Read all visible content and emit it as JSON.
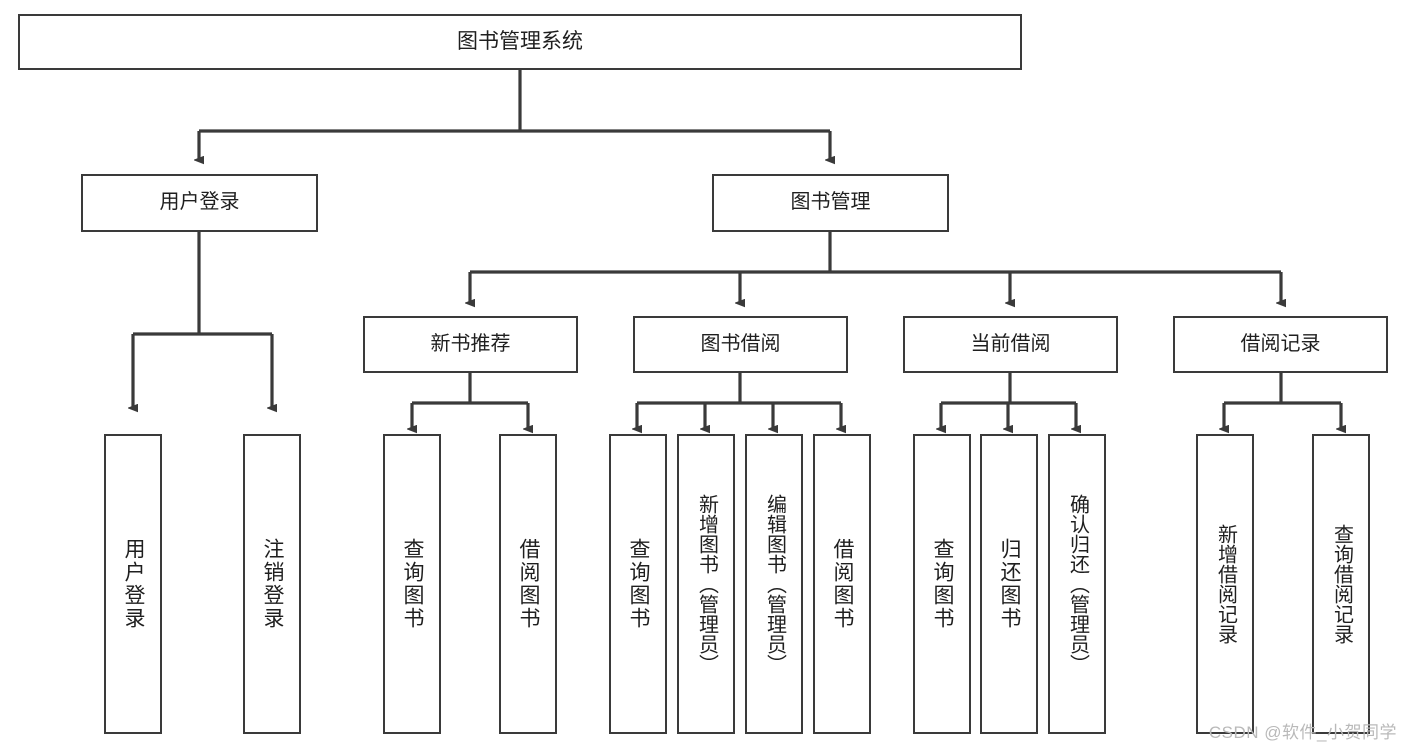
{
  "diagram": {
    "title": "图书管理系统",
    "type": "hierarchy-tree",
    "orientation": "top-down",
    "colors": {
      "background": "#ffffff",
      "node_fill": "#ffffff",
      "node_border": "#3a3a3a",
      "edge": "#3a3a3a",
      "text": "#1f1f1f",
      "watermark": "#b9b9b9"
    },
    "watermark": "CSDN @软件_小贺同学",
    "nodes": {
      "root": {
        "label": "图书管理系统"
      },
      "level1": [
        {
          "label": "用户登录"
        },
        {
          "label": "图书管理"
        }
      ],
      "level2": [
        {
          "label": "新书推荐"
        },
        {
          "label": "图书借阅"
        },
        {
          "label": "当前借阅"
        },
        {
          "label": "借阅记录"
        }
      ],
      "leaves": {
        "user_login": [
          {
            "label": "用户登录"
          },
          {
            "label": "注销登录"
          }
        ],
        "new_book_recommend": [
          {
            "label": "查询图书"
          },
          {
            "label": "借阅图书"
          }
        ],
        "book_borrow": [
          {
            "label": "查询图书"
          },
          {
            "label": "新增图书（管理员）"
          },
          {
            "label": "编辑图书（管理员）"
          },
          {
            "label": "借阅图书"
          }
        ],
        "current_borrow": [
          {
            "label": "查询图书"
          },
          {
            "label": "归还图书"
          },
          {
            "label": "确认归还（管理员）"
          }
        ],
        "borrow_record": [
          {
            "label": "新增借阅记录"
          },
          {
            "label": "查询借阅记录"
          }
        ]
      }
    }
  }
}
